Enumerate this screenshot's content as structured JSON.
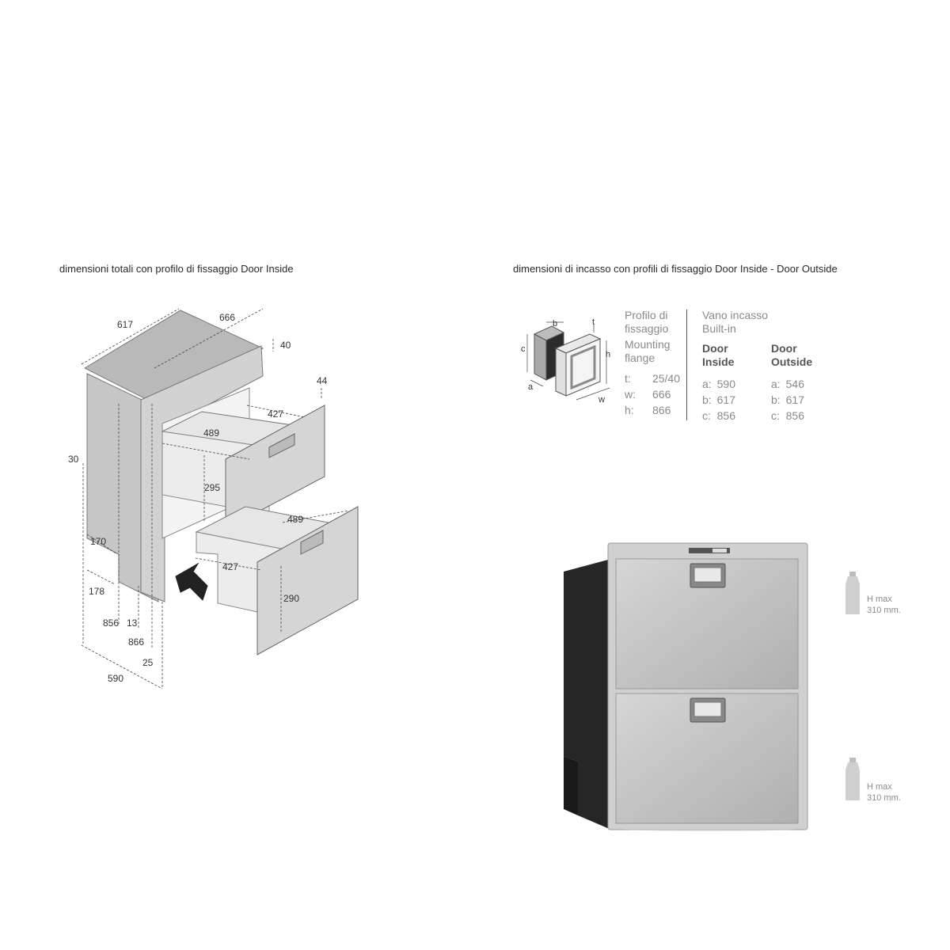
{
  "captions": {
    "left": "dimensioni totali con profilo di fissaggio Door Inside",
    "right": "dimensioni di incasso con profili di fissaggio Door Inside - Door Outside"
  },
  "left_dims": {
    "d617": "617",
    "d666": "666",
    "d40": "40",
    "d44": "44",
    "d427a": "427",
    "d489a": "489",
    "d295": "295",
    "d30": "30",
    "d489b": "489",
    "d170": "170",
    "d427b": "427",
    "d290": "290",
    "d178": "178",
    "d856": "856",
    "d13": "13",
    "d866": "866",
    "d25": "25",
    "d590": "590"
  },
  "icon_labels": {
    "a": "a",
    "b": "b",
    "c": "c",
    "t": "t",
    "h": "h",
    "w": "w"
  },
  "spec": {
    "flange_title_1": "Profilo di",
    "flange_title_2": "fissaggio",
    "flange_en_1": "Mounting",
    "flange_en_2": "flange",
    "flange_rows": [
      {
        "k": "t:",
        "v": "25/40"
      },
      {
        "k": "w:",
        "v": "666"
      },
      {
        "k": "h:",
        "v": "866"
      }
    ],
    "builtin_1": "Vano incasso",
    "builtin_2": "Built-in",
    "inside_1": "Door",
    "inside_2": "Inside",
    "outside_1": "Door",
    "outside_2": "Outside",
    "inside_rows": [
      {
        "k": "a:",
        "v": "590"
      },
      {
        "k": "b:",
        "v": "617"
      },
      {
        "k": "c:",
        "v": "856"
      }
    ],
    "outside_rows": [
      {
        "k": "a:",
        "v": "546"
      },
      {
        "k": "b:",
        "v": "617"
      },
      {
        "k": "c:",
        "v": "856"
      }
    ]
  },
  "bottles": [
    {
      "l1": "H max",
      "l2": "310 mm."
    },
    {
      "l1": "H max",
      "l2": "310 mm."
    }
  ],
  "colors": {
    "steel": "#c9c9c9",
    "steel_dark": "#a8a8a8",
    "cabinet": "#2a2a2a",
    "line": "#666666"
  }
}
